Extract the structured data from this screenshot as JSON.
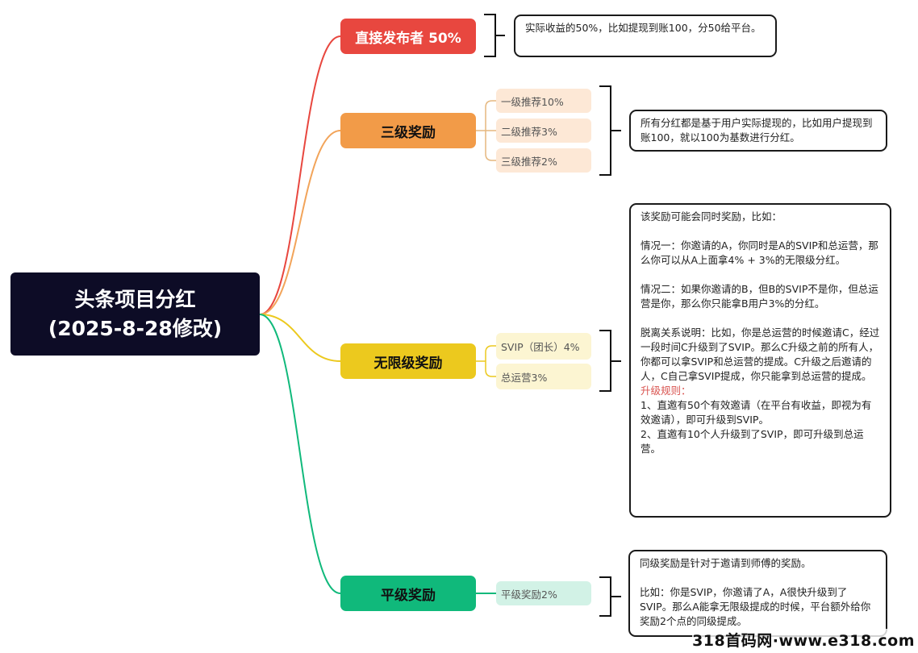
{
  "root": {
    "line1": "头条项目分红",
    "line2": "(2025-8-28修改)"
  },
  "colors": {
    "root": "#0d0c26",
    "red": "#e8473f",
    "orange": "#f29b48",
    "yellow": "#ecc91e",
    "green": "#10b97b"
  },
  "branches": [
    {
      "label": "直接发布者 50%",
      "subs": [],
      "note": "实际收益的50%，比如提现到账100，分50给平台。"
    },
    {
      "label": "三级奖励",
      "subs": [
        "一级推荐10%",
        "二级推荐3%",
        "三级推荐2%"
      ],
      "note": "所有分红都是基于用户实际提现的，比如用户提现到账100，就以100为基数进行分红。"
    },
    {
      "label": "无限级奖励",
      "subs": [
        "SVIP（团长）4%",
        "总运营3%"
      ],
      "note": "该奖励可能会同时奖励，比如：\n\n情况一：你邀请的A，你同时是A的SVIP和总运营，那么你可以从A上面拿4% + 3%的无限级分红。\n\n情况二：如果你邀请的B，但B的SVIP不是你，但总运营是你，那么你只能拿B用户3%的分红。\n\n脱离关系说明：比如，你是总运营的时候邀请C，经过一段时间C升级到了SVIP。那么C升级之前的所有人，你都可以拿SVIP和总运营的提成。C升级之后邀请的人，C自己拿SVIP提成，你只能拿到总运营的提成。\n",
      "rules_title": "升级规则：",
      "rules": "1、直邀有50个有效邀请（在平台有收益，即视为有效邀请），即可升级到SVIP。\n2、直邀有10个人升级到了SVIP，即可升级到总运营。"
    },
    {
      "label": "平级奖励",
      "subs": [
        "平级奖励2%"
      ],
      "note": "同级奖励是针对于邀请到师傅的奖励。\n\n比如：你是SVIP，你邀请了A，A很快升级到了SVIP。那么A能拿无限级提成的时候，平台额外给你奖励2个点的同级提成。"
    }
  ],
  "watermark": "318首码网·www.e318.com"
}
